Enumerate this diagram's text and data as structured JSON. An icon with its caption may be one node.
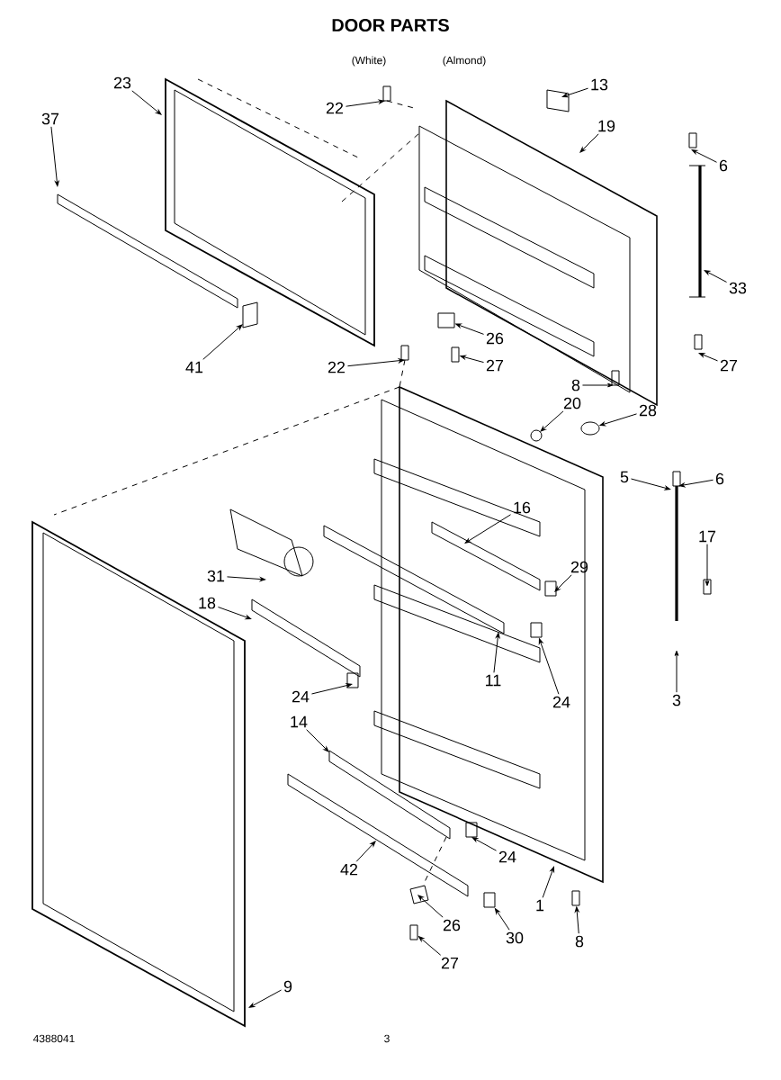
{
  "diagram": {
    "title": "DOOR PARTS",
    "nodes": [
      {
        "text": [
          "23"
        ]
      },
      {
        "text": [
          "37"
        ]
      },
      {
        "text": [
          "41"
        ]
      },
      {
        "text": [
          "22"
        ]
      },
      {
        "text": [
          "13"
        ]
      },
      {
        "text": [
          "19"
        ]
      },
      {
        "text": [
          "6"
        ]
      },
      {
        "text": [
          "33"
        ]
      },
      {
        "text": [
          "26"
        ]
      },
      {
        "text": [
          "27"
        ]
      },
      {
        "text": [
          "22"
        ]
      },
      {
        "text": [
          "27"
        ]
      },
      {
        "text": [
          "8"
        ]
      },
      {
        "text": [
          "20"
        ]
      },
      {
        "text": [
          "28"
        ]
      },
      {
        "text": [
          "6"
        ]
      },
      {
        "text": [
          "5"
        ]
      },
      {
        "text": [
          "16"
        ]
      },
      {
        "text": [
          "17"
        ]
      },
      {
        "text": [
          "29"
        ]
      },
      {
        "text": [
          "31"
        ]
      },
      {
        "text": [
          "18"
        ]
      },
      {
        "text": [
          "11"
        ]
      },
      {
        "text": [
          "24"
        ]
      },
      {
        "text": [
          "24"
        ]
      },
      {
        "text": [
          "3"
        ]
      },
      {
        "text": [
          "14"
        ]
      },
      {
        "text": [
          "42"
        ]
      },
      {
        "text": [
          "24"
        ]
      },
      {
        "text": [
          "1"
        ]
      },
      {
        "text": [
          "26"
        ]
      },
      {
        "text": [
          "30"
        ]
      },
      {
        "text": [
          "8"
        ]
      },
      {
        "text": [
          "27"
        ]
      },
      {
        "text": [
          "9"
        ]
      },
      {
        "text": [],
        "shape": "box"
      },
      {
        "text": [],
        "shape": "circle"
      },
      {
        "text": [],
        "shape": "box"
      },
      {
        "text": [],
        "shape": "box"
      },
      {
        "text": [],
        "shape": "box"
      },
      {
        "text": [],
        "shape": "box"
      },
      {
        "text": [],
        "shape": "box"
      }
    ],
    "edges": [
      {
        "from": 0,
        "to": null,
        "arrow": "to"
      },
      {
        "from": 1,
        "to": null,
        "arrow": "to"
      },
      {
        "from": 2,
        "to": null,
        "arrow": "to"
      },
      {
        "from": 3,
        "to": null,
        "arrow": "to"
      },
      {
        "from": 4,
        "to": null,
        "arrow": "to"
      },
      {
        "from": 5,
        "to": null,
        "arrow": "to"
      },
      {
        "from": 6,
        "to": null,
        "arrow": "to"
      },
      {
        "from": 7,
        "to": null,
        "arrow": "to"
      },
      {
        "from": 8,
        "to": 41,
        "arrow": "to"
      },
      {
        "from": 9,
        "to": 35,
        "arrow": "to"
      },
      {
        "from": 10,
        "to": null,
        "arrow": "to"
      },
      {
        "from": 11,
        "to": null,
        "arrow": "to"
      },
      {
        "from": 12,
        "to": null,
        "arrow": "to"
      },
      {
        "from": 13,
        "to": null,
        "arrow": "to"
      },
      {
        "from": 14,
        "to": 36,
        "arrow": "to"
      },
      {
        "from": 15,
        "to": null,
        "arrow": "to"
      },
      {
        "from": 16,
        "to": null,
        "arrow": "to"
      },
      {
        "from": 17,
        "to": null,
        "arrow": "to"
      },
      {
        "from": 18,
        "to": null,
        "arrow": "to"
      },
      {
        "from": 19,
        "to": null,
        "arrow": "to"
      },
      {
        "from": 20,
        "to": null,
        "arrow": "to"
      },
      {
        "from": 21,
        "to": null,
        "arrow": "to"
      },
      {
        "from": 22,
        "to": null,
        "arrow": "to"
      },
      {
        "from": 23,
        "to": null,
        "arrow": "to"
      },
      {
        "from": 24,
        "to": 37,
        "arrow": "to"
      },
      {
        "from": 25,
        "to": null,
        "arrow": "to"
      },
      {
        "from": 26,
        "to": null,
        "arrow": "to"
      },
      {
        "from": 27,
        "to": null,
        "arrow": "to"
      },
      {
        "from": 28,
        "to": null,
        "arrow": "to"
      },
      {
        "from": 29,
        "to": null,
        "arrow": "to"
      },
      {
        "from": 30,
        "to": null,
        "arrow": "to"
      },
      {
        "from": 31,
        "to": 38,
        "arrow": "to"
      },
      {
        "from": 32,
        "to": 39,
        "arrow": "to"
      },
      {
        "from": 33,
        "to": 40,
        "arrow": "to"
      },
      {
        "from": 34,
        "to": null,
        "arrow": "to"
      }
    ],
    "labels": [
      "(White)",
      "(Almond)",
      "4388041",
      "3"
    ]
  }
}
